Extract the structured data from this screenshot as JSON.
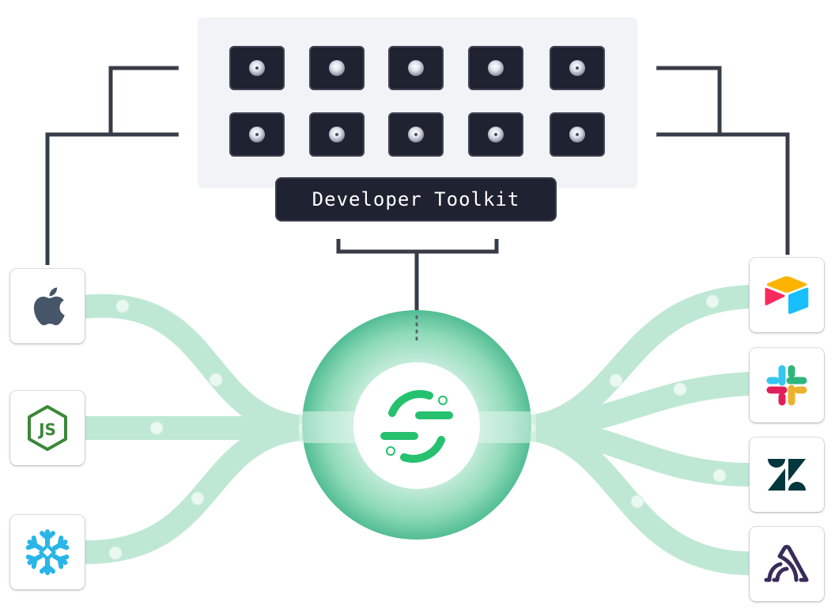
{
  "toolkit": {
    "label": "Developer Toolkit"
  },
  "hub": {
    "name": "segment-logo"
  },
  "sources": [
    {
      "name": "apple",
      "icon": "apple-icon"
    },
    {
      "name": "nodejs",
      "icon": "nodejs-icon",
      "text": "JS"
    },
    {
      "name": "snowflake",
      "icon": "snowflake-icon"
    }
  ],
  "destinations": [
    {
      "name": "airtable",
      "icon": "airtable-icon"
    },
    {
      "name": "slack",
      "icon": "slack-icon"
    },
    {
      "name": "zendesk",
      "icon": "zendesk-icon"
    },
    {
      "name": "sentry",
      "icon": "sentry-icon"
    }
  ],
  "colors": {
    "flow": "#bfe8d4",
    "flow_dot": "#e9f8f0",
    "hub_green": "#52bd94",
    "segment_green": "#25c16f",
    "module_dark": "#1f2230",
    "wire": "#383c48",
    "apple": "#475569",
    "nodejs": "#3c873a",
    "snowflake": "#29b5e8",
    "zendesk": "#03363d",
    "sentry": "#362d59",
    "slack_blue": "#36c5f0",
    "slack_green": "#2eb67d",
    "slack_yellow": "#ecb22e",
    "slack_red": "#e01e5a",
    "airtable_yellow": "#fcb400",
    "airtable_blue": "#18bfff",
    "airtable_red": "#f82b60"
  }
}
